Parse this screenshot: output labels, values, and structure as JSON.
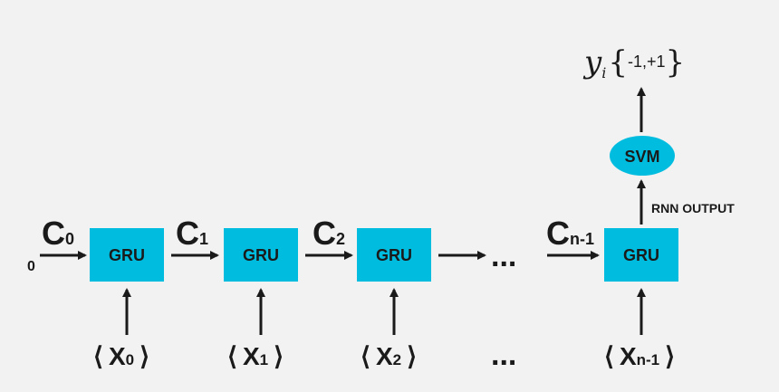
{
  "initial_input": "0",
  "gru_label": "GRU",
  "svm_label": "SVM",
  "rnn_output_label": "RNN OUTPUT",
  "ellipsis": "...",
  "states": [
    {
      "main": "C",
      "sub": "0"
    },
    {
      "main": "C",
      "sub": "1"
    },
    {
      "main": "C",
      "sub": "2"
    },
    {
      "main": "C",
      "sub": "n-1"
    }
  ],
  "inputs": [
    {
      "open": "⟨",
      "main": "X",
      "sub": "0",
      "close": "⟩"
    },
    {
      "open": "⟨",
      "main": "X",
      "sub": "1",
      "close": "⟩"
    },
    {
      "open": "⟨",
      "main": "X",
      "sub": "2",
      "close": "⟩"
    },
    {
      "open": "⟨",
      "main": "X",
      "sub": "n-1",
      "close": "⟩"
    }
  ],
  "output": {
    "var": "y",
    "sub": "i",
    "brace_open": "{",
    "set": "-1,+1",
    "brace_close": "}"
  },
  "colors": {
    "box": "#00bde0",
    "ink": "#1a1a1a",
    "background": "#f2f2f2"
  }
}
